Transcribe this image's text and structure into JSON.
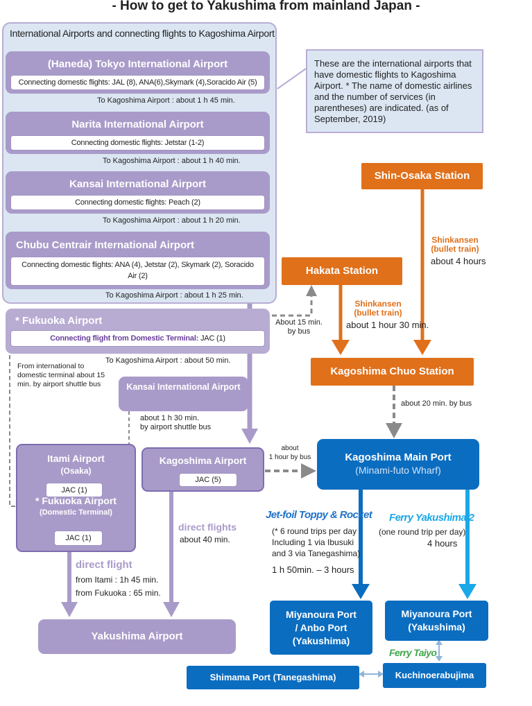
{
  "title": "- How to get to Yakushima from mainland Japan -",
  "intl_group_title": "International Airports and connecting flights to Kagoshima Airport",
  "airports": {
    "haneda": {
      "name": "(Haneda) Tokyo International Airport",
      "connecting": "Connecting domestic flights: JAL (8), ANA(6),Skymark (4),Soracido Air (5)",
      "to_kagoshima": "To Kagoshima Airport : about 1 h 45 min."
    },
    "narita": {
      "name": "Narita International Airport",
      "connecting": "Connecting domestic flights: Jetstar (1-2)",
      "to_kagoshima": "To Kagoshima Airport : about 1 h 40 min."
    },
    "kansai": {
      "name": "Kansai International Airport",
      "connecting": "Connecting domestic flights: Peach (2)",
      "to_kagoshima": "To Kagoshima Airport : about 1 h 20 min."
    },
    "chubu": {
      "name": "Chubu Centrair International Airport",
      "connecting": "Connecting domestic flights: ANA (4), Jetstar (2), Skymark (2), Soracido Air (2)",
      "to_kagoshima": "To Kagoshima Airport : about 1 h 25 min."
    },
    "fukuoka": {
      "name": "* Fukuoka Airport",
      "connecting_label": "Connecting flight from Domestic Terminal:",
      "connecting_value": " JAC (1)",
      "to_kagoshima": "To Kagoshima Airport : about 50 min."
    }
  },
  "note": "These are the international airports that have domestic flights to Kagoshima Airport. * The name of domestic airlines and the number of services (in parentheses) are indicated. (as of September, 2019)",
  "stations": {
    "shin_osaka": "Shin-Osaka Station",
    "hakata": "Hakata Station",
    "kagoshima_chuo": "Kagoshima Chuo Station"
  },
  "routes": {
    "shinkansen_osaka_label": "Shinkansen",
    "shinkansen_osaka_sub": "(bullet train)",
    "shinkansen_osaka_time": "about 4 hours",
    "shinkansen_hakata_label": "Shinkansen",
    "shinkansen_hakata_sub": "(bullet train)",
    "shinkansen_hakata_time": "about 1 hour 30 min.",
    "fukuoka_to_hakata": "About 15 min.",
    "fukuoka_to_hakata_2": "by bus",
    "chuo_to_port": "about 20 min. by bus",
    "airport_to_port_1": "about",
    "airport_to_port_2": "1 hour by bus",
    "fukuoka_shuttle": "From international to domestic terminal about 15 min. by airport shuttle bus",
    "kansai_shuttle_1": "about 1 h 30 min.",
    "kansai_shuttle_2": "by airport shuttle bus",
    "direct_flight": "direct flight",
    "direct_flight_itami": "from Itami : 1h 45 min.",
    "direct_flight_fukuoka": "from Fukuoka : 65 min.",
    "direct_flights": "direct flights",
    "direct_flights_time": "about 40 min.",
    "jetfoil": "Jet-foil Toppy & Rocket",
    "jetfoil_1": "(* 6 round trips per day",
    "jetfoil_2": "Including 1 via Ibusuki",
    "jetfoil_3": "and 3 via Tanegashima)",
    "jetfoil_time": "1 h 50min. – 3 hours",
    "ferry_yakushima": "Ferry Yakushima 2",
    "ferry_yakushima_1": "(one round trip per day)",
    "ferry_yakushima_time": "4 hours",
    "ferry_taiyo": "Ferry Taiyo"
  },
  "kansai_small": "Kansai International Airport",
  "itami": {
    "name": "Itami Airport",
    "sub": "(Osaka)",
    "jac": "JAC (1)",
    "fukuoka": "* Fukuoka Airport",
    "fukuoka_sub": "(Domestic Terminal)",
    "fukuoka_jac": "JAC (1)"
  },
  "kagoshima_airport": {
    "name": "Kagoshima Airport",
    "jac": "JAC (5)"
  },
  "yakushima_airport": "Yakushima Airport",
  "main_port": {
    "name": "Kagoshima Main Port",
    "sub": "(Minami-futo Wharf)"
  },
  "miyanoura_anbo": {
    "l1": "Miyanoura Port",
    "l2": "/ Anbo Port",
    "l3": "(Yakushima)"
  },
  "miyanoura": {
    "l1": "Miyanoura Port",
    "l2": "(Yakushima)"
  },
  "shimama": "Shimama Port (Tanegashima)",
  "kuchinoerabu": "Kuchinoerabujima"
}
